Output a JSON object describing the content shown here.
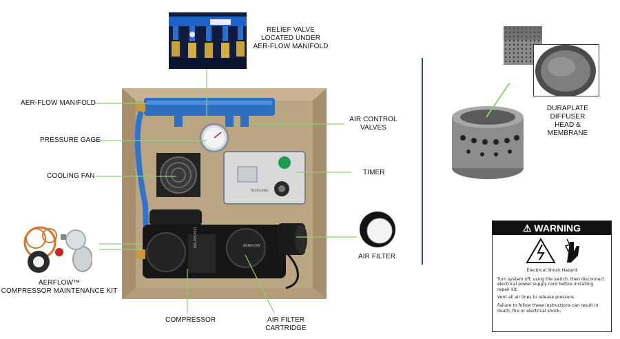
{
  "labels": {
    "relief_valve": [
      "RELIEF VALVE",
      "LOCATED UNDER",
      "AER-FLOW MANIFOLD"
    ],
    "aer_flow_manifold": "AER-FLOW MANIFOLD",
    "pressure_gage": "PRESSURE GAGE",
    "cooling_fan": "COOLING FAN",
    "air_control_valves": [
      "AIR CONTROL",
      "VALVES"
    ],
    "timer": "TIMER",
    "air_filter": "AIR FILTER",
    "compressor": "COMPRESSOR",
    "air_filter_cartridge": [
      "AIR FILTER",
      "CARTRIDGE"
    ],
    "maintenance_kit": [
      "AERFLOW™",
      "COMPRESSOR MAINTENANCE KIT"
    ],
    "duraplate": [
      "DURAPLATE",
      "DIFFUSER",
      "HEAD &",
      "MEMBRANE"
    ]
  },
  "device_text": {
    "compressor_phone": "800-455-4321",
    "brand": "AERFLOW",
    "timer_brand": "TECHLAKE"
  },
  "warning": {
    "title": "WARNING",
    "caption": "Electrical Shock Hazard",
    "p1": "Turn system off, using the switch, then disconnect electrical power supply cord before installing repair kit.",
    "p2": "Vent all air lines to release pressure.",
    "p3": "Failure to follow these instructions can result in death, fire or electrical shock."
  },
  "colors": {
    "leader_line": "#8fcf6d",
    "divider": "#2b4f7a",
    "manifold_blue": "#2d6fc1",
    "box_wood": "#b29a78"
  }
}
